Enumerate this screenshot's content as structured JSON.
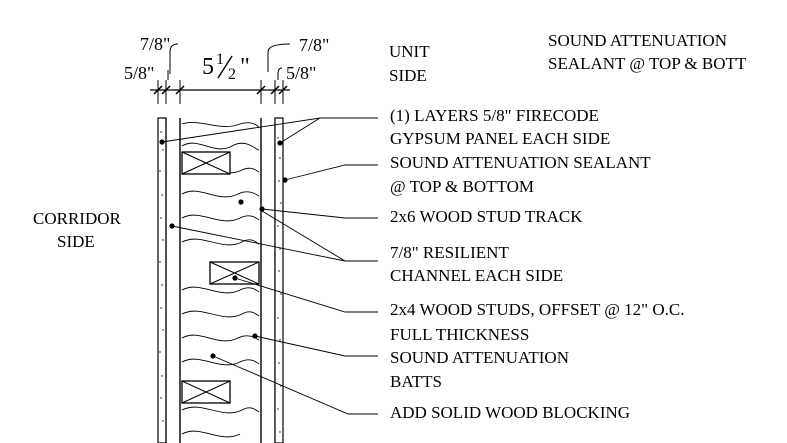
{
  "dimensions": {
    "top_left_7_8": "7/8\"",
    "top_left_5_8": "5/8\"",
    "stud_whole": "5",
    "stud_frac_num": "1",
    "stud_frac_den": "2",
    "stud_inch": "\"",
    "top_right_7_8": "7/8\"",
    "top_right_5_8": "5/8\""
  },
  "side_labels": {
    "unit_line1": "UNIT",
    "unit_line2": "SIDE",
    "corridor_line1": "CORRIDOR",
    "corridor_line2": "SIDE"
  },
  "notes": {
    "top_right_line1": "SOUND ATTENUATION",
    "top_right_line2": "SEALANT @ TOP & BOTT"
  },
  "callouts": [
    {
      "line1": "(1) LAYERS 5/8\" FIRECODE",
      "line2": "GYPSUM PANEL EACH SIDE"
    },
    {
      "line1": "SOUND ATTENUATION SEALANT",
      "line2": "@ TOP & BOTTOM"
    },
    {
      "line1": "2x6 WOOD STUD TRACK",
      "line2": ""
    },
    {
      "line1": "7/8\" RESILIENT",
      "line2": "CHANNEL EACH SIDE"
    },
    {
      "line1": "2x4 WOOD STUDS, OFFSET @ 12\" O.C.",
      "line2": ""
    },
    {
      "line1": "FULL THICKNESS",
      "line2": "SOUND ATTENUATION",
      "line3": "BATTS"
    },
    {
      "line1": "ADD SOLID WOOD BLOCKING",
      "line2": ""
    }
  ]
}
